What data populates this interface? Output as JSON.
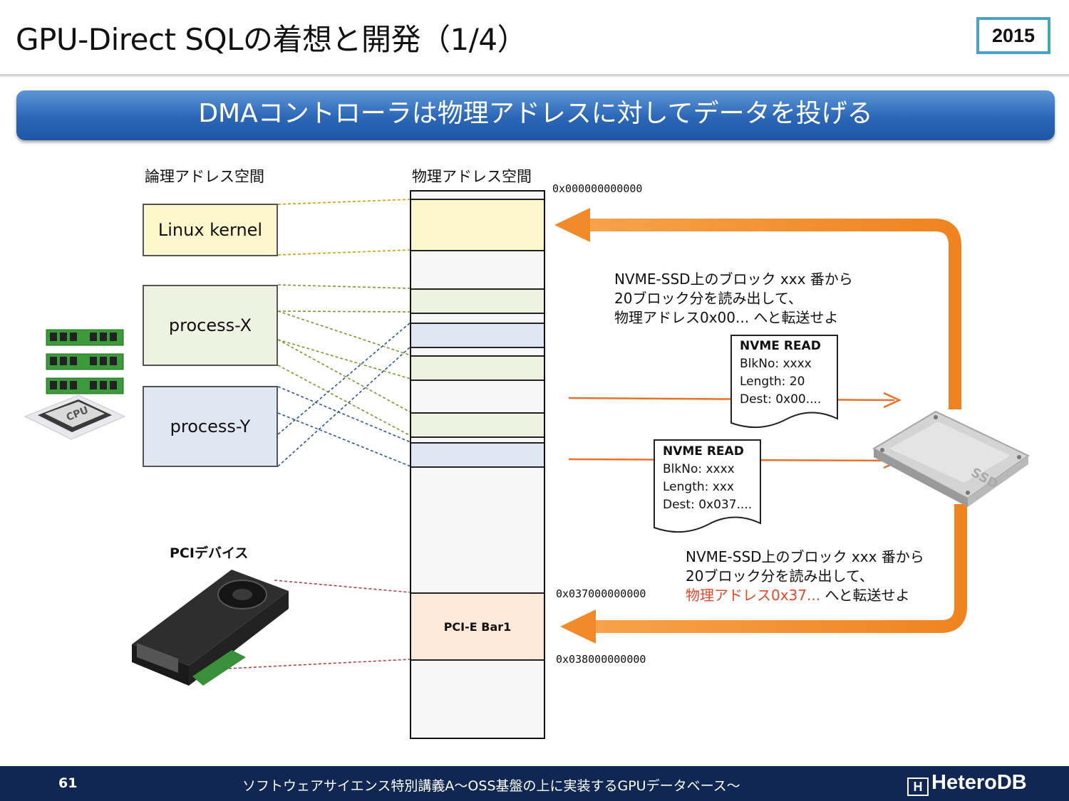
{
  "slide": {
    "title": "GPU-Direct SQLの着想と開発（1/4）",
    "year_badge": "2015",
    "banner": "DMAコントローラは物理アドレスに対してデータを投げる"
  },
  "diagram": {
    "logical_space_label": "論理アドレス空間",
    "physical_space_label": "物理アドレス空間",
    "logical_blocks": [
      {
        "label": "Linux kernel",
        "color": "#fdf7cd"
      },
      {
        "label": "process-X",
        "color": "#eef2e1"
      },
      {
        "label": "process-Y",
        "color": "#dfe7f2"
      }
    ],
    "addresses": {
      "top": "0x000000000000",
      "bar_start": "0x037000000000",
      "bar_end": "0x038000000000"
    },
    "pci_bar_label": "PCI-E Bar1",
    "pci_device_label": "PCIデバイス",
    "note_top": [
      "NVME-SSD上のブロック xxx 番から",
      "20ブロック分を読み出して、",
      "物理アドレス0x00... へと転送せよ"
    ],
    "note_bottom": [
      "NVME-SSD上のブロック xxx 番から",
      "20ブロック分を読み出して、"
    ],
    "note_bottom_last": {
      "highlight": "物理アドレス0x37...",
      "rest": " へと転送せよ"
    },
    "cmd1": {
      "title": "NVME READ",
      "lines": [
        "BlkNo: xxxx",
        "Length: 20",
        "Dest: 0x00...."
      ]
    },
    "cmd2": {
      "title": "NVME READ",
      "lines": [
        "BlkNo: xxxx",
        "Length: xxx",
        "Dest: 0x037...."
      ]
    },
    "cpu_chip_label": "CPU",
    "ssd_label": "SSD",
    "colors": {
      "arrow": "#f08a2a",
      "kernel": "#fdf7cd",
      "procx": "#eef2e1",
      "procy": "#dfe7f2",
      "bar": "#fde9d9"
    }
  },
  "footer": {
    "page": "61",
    "text": "ソフトウェアサイエンス特別講義A～OSS基盤の上に実装するGPUデータベース～",
    "logo_mark": "H",
    "logo": "HeteroDB"
  }
}
